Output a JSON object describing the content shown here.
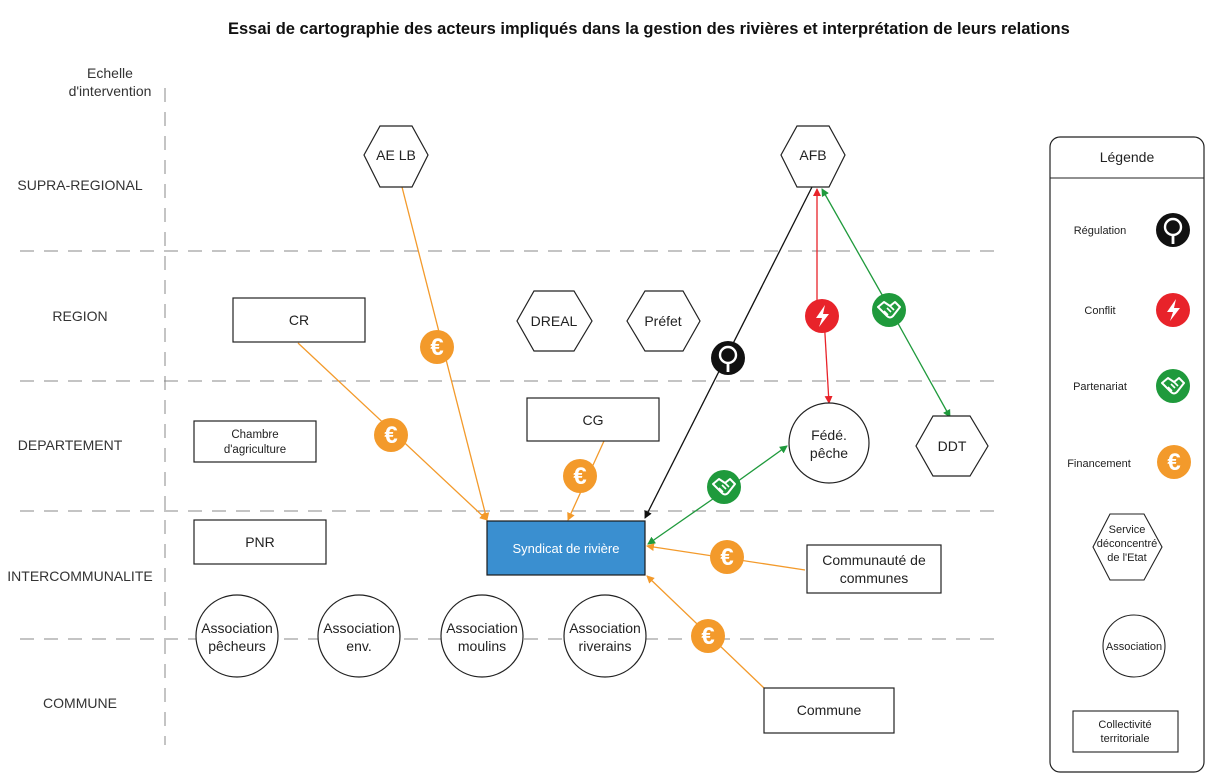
{
  "title": "Essai de cartographie des acteurs impliqués dans la gestion des rivières et interprétation de leurs relations",
  "scale": {
    "header_line1": "Echelle",
    "header_line2": "d'intervention",
    "levels": [
      "SUPRA-REGIONAL",
      "REGION",
      "DEPARTEMENT",
      "INTERCOMMUNALITE",
      "COMMUNE"
    ]
  },
  "actors": {
    "ae_lb": "AE LB",
    "afb": "AFB",
    "cr": "CR",
    "dreal": "DREAL",
    "prefet": "Préfet",
    "cg": "CG",
    "chambre_line1": "Chambre",
    "chambre_line2": "d'agriculture",
    "fede_line1": "Fédé.",
    "fede_line2": "pêche",
    "ddt": "DDT",
    "pnr": "PNR",
    "syndicat": "Syndicat de rivière",
    "communaute_line1": "Communauté de",
    "communaute_line2": "communes",
    "asso_pecheurs_line1": "Association",
    "asso_pecheurs_line2": "pêcheurs",
    "asso_env_line1": "Association",
    "asso_env_line2": "env.",
    "asso_moulins_line1": "Association",
    "asso_moulins_line2": "moulins",
    "asso_riverains_line1": "Association",
    "asso_riverains_line2": "riverains",
    "commune": "Commune"
  },
  "legend": {
    "title": "Légende",
    "regulation": "Régulation",
    "conflit": "Conflit",
    "partenariat": "Partenariat",
    "financement": "Financement",
    "service_line1": "Service",
    "service_line2": "déconcentré",
    "service_line3": "de l'Etat",
    "association": "Association",
    "collectivite_line1": "Collectivité",
    "collectivite_line2": "territoriale"
  },
  "colors": {
    "financement": "#f39a2b",
    "conflit": "#e8232a",
    "partenariat": "#1f9a3c",
    "regulation": "#111111",
    "syndicat_fill": "#3a8fd0",
    "dash": "#888888"
  },
  "icons": {
    "financement": "euro-icon",
    "conflit": "lightning-icon",
    "partenariat": "handshake-icon",
    "regulation": "keyhole-icon"
  }
}
